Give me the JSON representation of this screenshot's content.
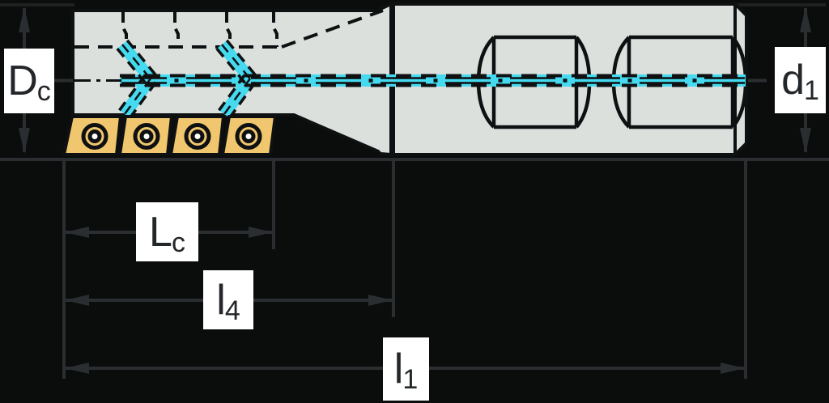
{
  "diagram": {
    "kind": "technical-drawing",
    "subject": "indexable-insert milling cutter, side view with internal coolant channels",
    "dimension_labels": {
      "dc": {
        "main": "D",
        "sub": "c"
      },
      "d1": {
        "main": "d",
        "sub": "1"
      },
      "lc": {
        "main": "L",
        "sub": "c"
      },
      "l4": {
        "main": "l",
        "sub": "4"
      },
      "l1": {
        "main": "l",
        "sub": "1"
      }
    },
    "colors": {
      "background": "#0b0c0c",
      "outline": "#0e1011",
      "body_fill": "#dbe0dd",
      "insert_fill": "#f0c76e",
      "coolant": "#45daef",
      "dim_line": "#2b2e30",
      "dim_faint": "#1e2021",
      "label_bg": "#ffffff",
      "label_text": "#24272a"
    }
  }
}
